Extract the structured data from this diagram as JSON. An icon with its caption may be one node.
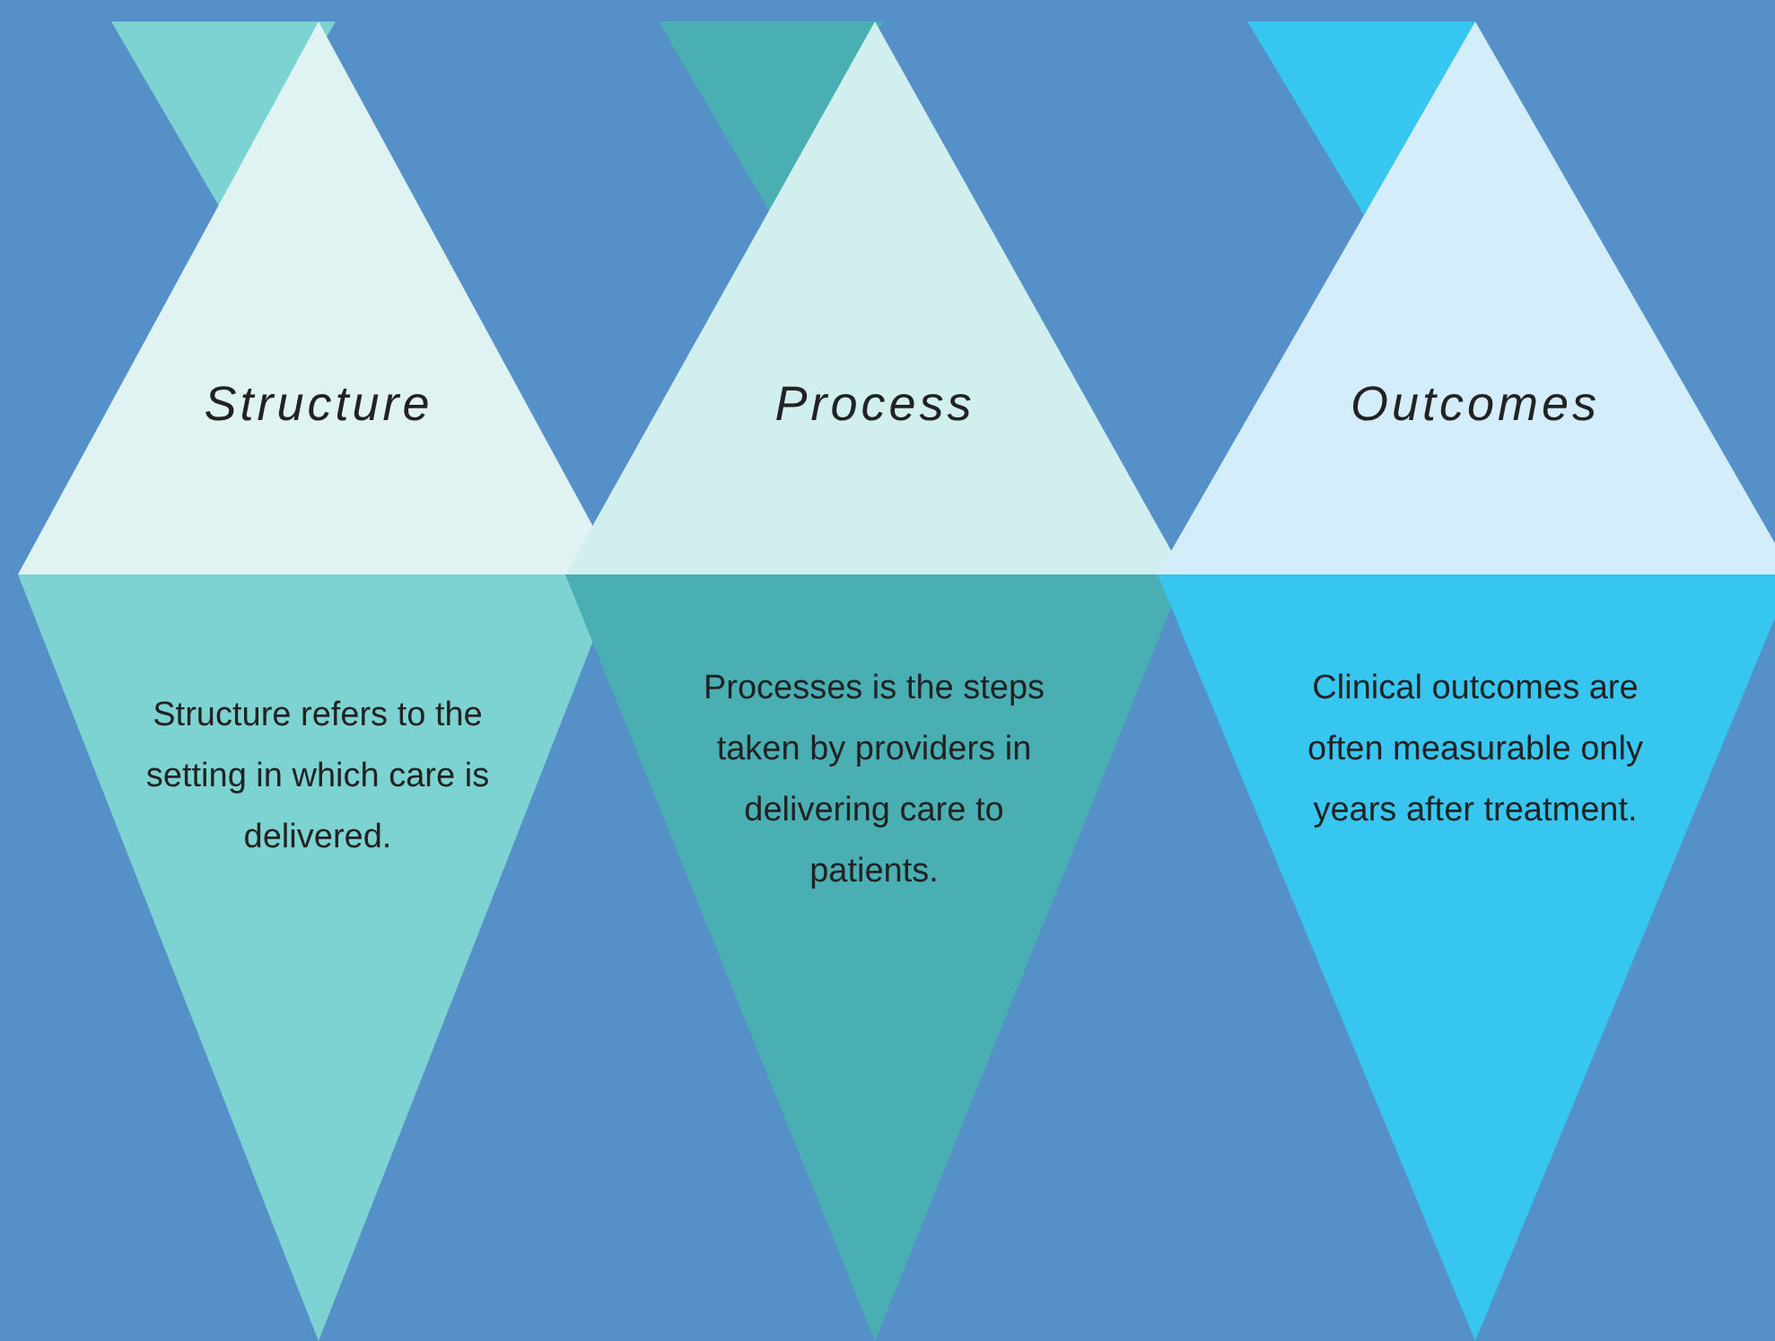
{
  "diagram": {
    "nodes": [
      {
        "text": [
          "Structure"
        ]
      },
      {
        "text": [
          "Structure refers to the setting in which care is delivered."
        ]
      },
      {
        "text": [
          "Process"
        ]
      },
      {
        "text": [
          "Processes is the steps taken by providers in delivering care to patients."
        ]
      },
      {
        "text": [
          "Outcomes"
        ]
      },
      {
        "text": [
          "Clinical outcomes are often measurable only years after treatment."
        ]
      }
    ]
  }
}
